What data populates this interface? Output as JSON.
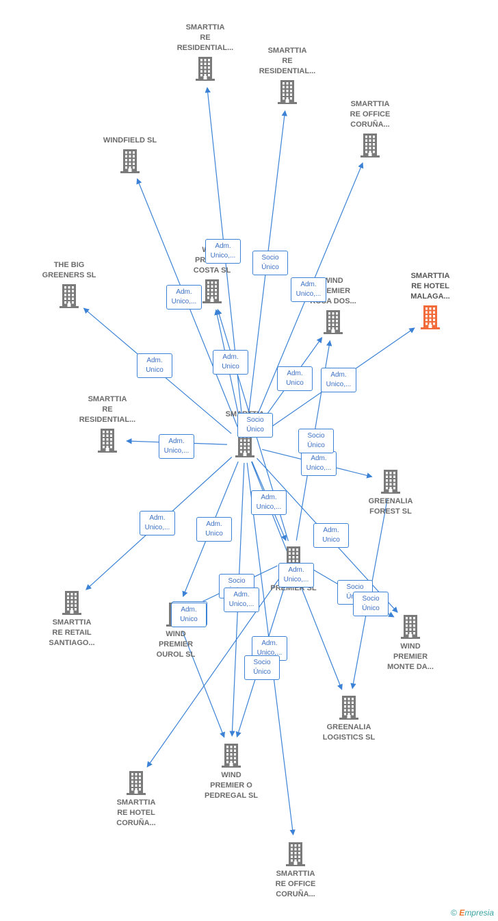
{
  "nodes": [
    {
      "id": "center",
      "lines": [
        "SMARTTIA",
        "SL"
      ],
      "highlight": false
    },
    {
      "id": "sm_res_1",
      "lines": [
        "SMARTTIA",
        "RE",
        "RESIDENTIAL..."
      ],
      "highlight": false
    },
    {
      "id": "sm_res_2",
      "lines": [
        "SMARTTIA",
        "RE",
        "RESIDENTIAL..."
      ],
      "highlight": false
    },
    {
      "id": "sm_office_1",
      "lines": [
        "SMARTTIA",
        "RE OFFICE",
        "CORUÑA..."
      ],
      "highlight": false
    },
    {
      "id": "windfield",
      "lines": [
        "WINDFIELD  SL"
      ],
      "highlight": false
    },
    {
      "id": "wind_costa",
      "lines": [
        "WIND",
        "PREMIER",
        "COSTA  SL"
      ],
      "highlight": false
    },
    {
      "id": "wind_rosa",
      "lines": [
        "WIND",
        "PREMIER",
        "ROSA DOS..."
      ],
      "highlight": false
    },
    {
      "id": "sm_hotel_malaga",
      "lines": [
        "SMARTTIA",
        "RE HOTEL",
        "MALAGA..."
      ],
      "highlight": true
    },
    {
      "id": "big_greeners",
      "lines": [
        "THE BIG",
        "GREENERS  SL"
      ],
      "highlight": false
    },
    {
      "id": "sm_res_3",
      "lines": [
        "SMARTTIA",
        "RE",
        "RESIDENTIAL..."
      ],
      "highlight": false
    },
    {
      "id": "greenalia_forest",
      "lines": [
        "GREENALIA",
        "FOREST  SL"
      ],
      "highlight": false
    },
    {
      "id": "wind_premier",
      "lines": [
        "WIND",
        "PREMIER  SL"
      ],
      "highlight": false
    },
    {
      "id": "sm_retail",
      "lines": [
        "SMARTTIA",
        "RE RETAIL",
        "SANTIAGO..."
      ],
      "highlight": false
    },
    {
      "id": "wind_ourol",
      "lines": [
        "WIND",
        "PREMIER",
        "OUROL  SL"
      ],
      "highlight": false
    },
    {
      "id": "wind_monte",
      "lines": [
        "WIND",
        "PREMIER",
        "MONTE DA..."
      ],
      "highlight": false
    },
    {
      "id": "greenalia_logistics",
      "lines": [
        "GREENALIA",
        "LOGISTICS  SL"
      ],
      "highlight": false
    },
    {
      "id": "wind_pedregal",
      "lines": [
        "WIND",
        "PREMIER O",
        "PEDREGAL  SL"
      ],
      "highlight": false
    },
    {
      "id": "sm_hotel_coruna",
      "lines": [
        "SMARTTIA",
        "RE HOTEL",
        "CORUÑA..."
      ],
      "highlight": false
    },
    {
      "id": "sm_office_2",
      "lines": [
        "SMARTTIA",
        "RE OFFICE",
        "CORUÑA..."
      ],
      "highlight": false
    }
  ],
  "relations": [
    {
      "from": "center",
      "to": "sm_res_1",
      "label": [
        "Adm.",
        "Unico,..."
      ]
    },
    {
      "from": "center",
      "to": "sm_res_2",
      "label": [
        "Socio",
        "Único"
      ]
    },
    {
      "from": "center",
      "to": "sm_office_1",
      "label": [
        "Adm.",
        "Unico,..."
      ]
    },
    {
      "from": "center",
      "to": "windfield",
      "label": [
        "Adm.",
        "Unico,..."
      ]
    },
    {
      "from": "center",
      "to": "wind_costa",
      "label": [
        "Adm.",
        "Unico"
      ]
    },
    {
      "from": "center",
      "to": "wind_rosa",
      "label": [
        "Adm.",
        "Unico"
      ]
    },
    {
      "from": "center",
      "to": "sm_hotel_malaga",
      "label": [
        "Adm.",
        "Unico,..."
      ]
    },
    {
      "from": "center",
      "to": "big_greeners",
      "label": [
        "Adm.",
        "Unico"
      ]
    },
    {
      "from": "center",
      "to": "sm_res_3",
      "label": [
        "Adm.",
        "Unico,..."
      ]
    },
    {
      "from": "center",
      "to": "greenalia_forest",
      "label": [
        "Adm.",
        "Unico,..."
      ]
    },
    {
      "from": "center",
      "to": "wind_premier",
      "label": [
        "Adm.",
        "Unico,..."
      ]
    },
    {
      "from": "center",
      "to": "sm_retail",
      "label": [
        "Adm.",
        "Unico,..."
      ]
    },
    {
      "from": "center",
      "to": "wind_ourol",
      "label": [
        "Adm.",
        "Unico"
      ]
    },
    {
      "from": "center",
      "to": "wind_monte",
      "label": [
        "Adm.",
        "Unico"
      ]
    },
    {
      "from": "center",
      "to": "greenalia_logistics",
      "label": [
        "Adm.",
        "Unico,..."
      ]
    },
    {
      "from": "center",
      "to": "wind_pedregal",
      "label": [
        "Socio",
        "Único"
      ]
    },
    {
      "from": "center",
      "to": "sm_office_2",
      "label": [
        "Adm.",
        "Unico,..."
      ]
    },
    {
      "from": "wind_premier",
      "to": "wind_costa",
      "label": [
        "Socio",
        "Único"
      ]
    },
    {
      "from": "wind_premier",
      "to": "wind_rosa",
      "label": [
        "Socio",
        "Único"
      ]
    },
    {
      "from": "wind_premier",
      "to": "wind_ourol",
      "label": [
        "Socio",
        "Único"
      ]
    },
    {
      "from": "wind_premier",
      "to": "wind_monte",
      "label": [
        "Socio",
        "Único"
      ]
    },
    {
      "from": "wind_premier",
      "to": "wind_pedregal",
      "label": [
        "Socio",
        "Único"
      ]
    },
    {
      "from": "greenalia_forest",
      "to": "greenalia_logistics",
      "label": [
        "Socio",
        "Único"
      ]
    },
    {
      "from": "wind_premier",
      "to": "sm_hotel_coruna",
      "label": [
        "Adm.",
        "Unico,..."
      ]
    },
    {
      "from": "wind_ourol",
      "to": "wind_pedregal",
      "label": [
        "Adm.",
        "Unico"
      ]
    }
  ],
  "colors": {
    "edge": "#3b82d6",
    "node_text": "#6b6b6b",
    "building": "#7a7a7a",
    "highlight": "#f26b3a"
  },
  "footer": {
    "copyright": "©",
    "brand_first": "E",
    "brand_rest": "mpresia"
  }
}
